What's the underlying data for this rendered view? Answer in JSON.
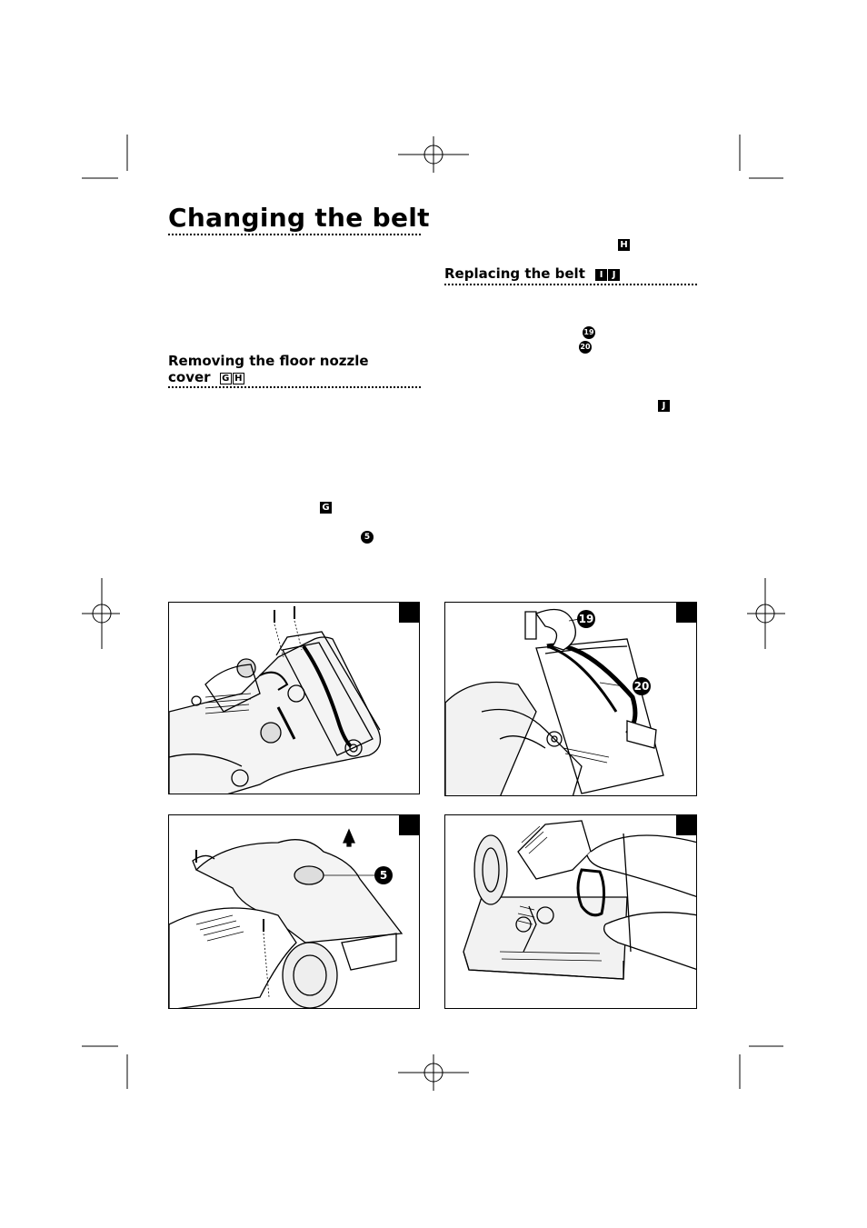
{
  "page": {
    "title": "Changing the belt"
  },
  "left_column": {
    "heading_line1": "Removing the floor nozzle",
    "heading_line2": "cover",
    "heading_refs": [
      "G",
      "H"
    ],
    "ref_g": "G",
    "ref_5": "5"
  },
  "right_column": {
    "ref_h": "H",
    "heading": "Replacing the belt",
    "heading_refs": [
      "I",
      "J"
    ],
    "ref_19": "19",
    "ref_20": "20",
    "ref_j": "J"
  },
  "figures": [
    {
      "id": "G",
      "callouts": []
    },
    {
      "id": "I",
      "callouts": [
        "19",
        "20"
      ]
    },
    {
      "id": "H",
      "callouts": [
        "5"
      ]
    },
    {
      "id": "J",
      "callouts": []
    }
  ]
}
